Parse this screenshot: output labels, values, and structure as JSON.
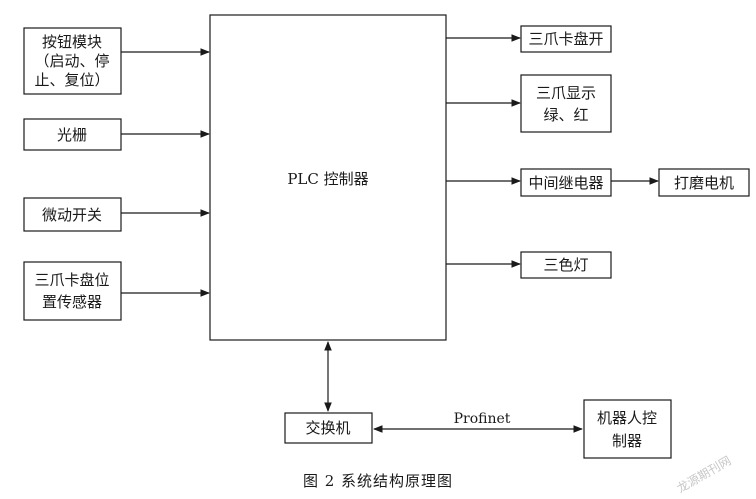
{
  "diagram": {
    "plc": {
      "label": "PLC 控制器"
    },
    "inputs": [
      {
        "id": "buttons",
        "lines": [
          "按钮模块",
          "（启动、停",
          "止、复位）"
        ]
      },
      {
        "id": "light-curtain",
        "lines": [
          "光栅"
        ]
      },
      {
        "id": "micro-switch",
        "lines": [
          "微动开关"
        ]
      },
      {
        "id": "chuck-sensor",
        "lines": [
          "三爪卡盘位",
          "置传感器"
        ]
      }
    ],
    "outputs": [
      {
        "id": "chuck-open",
        "lines": [
          "三爪卡盘开"
        ]
      },
      {
        "id": "chuck-display",
        "lines": [
          "三爪显示",
          "绿、红"
        ]
      },
      {
        "id": "relay",
        "lines": [
          "中间继电器"
        ]
      },
      {
        "id": "tricolor-lamp",
        "lines": [
          "三色灯"
        ]
      }
    ],
    "grinding_motor": {
      "lines": [
        "打磨电机"
      ]
    },
    "switch": {
      "lines": [
        "交换机"
      ]
    },
    "robot": {
      "lines": [
        "机器人控",
        "制器"
      ]
    },
    "link_label": "Profinet",
    "caption": "图 2    系统结构原理图",
    "watermark": "龙源期刊网"
  }
}
